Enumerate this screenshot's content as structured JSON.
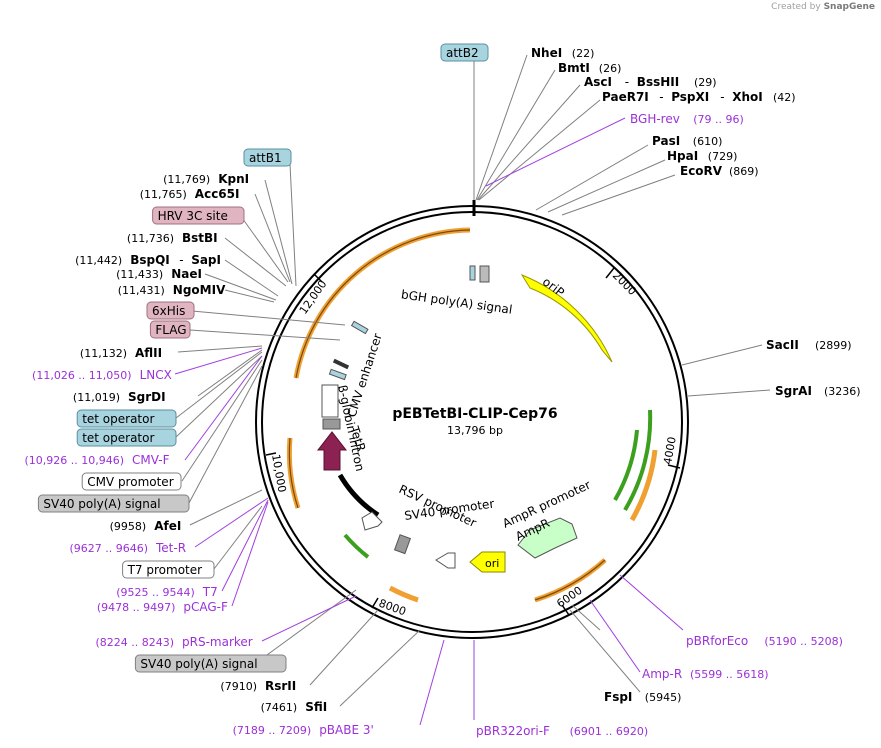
{
  "watermark": {
    "created_by": "Created by",
    "brand": "SnapGene"
  },
  "plasmid": {
    "name": "pEBTetBI-CLIP-Cep76",
    "length": "13,796 bp"
  },
  "scale": [
    "2000",
    "4000",
    "6000",
    "8000",
    "10,000",
    "12,000"
  ],
  "colors": {
    "enzyme": "#000000",
    "primer": "#9b30d9",
    "feature_blue_bg": "#a8d4e0",
    "feature_pink_bg": "#e0b4c0",
    "feature_gray_bg": "#c8c8c8",
    "ori_yellow": "#ffff00",
    "ampr": "#c8ffc8",
    "tetr": "#8b2252",
    "orange": "#f0a030",
    "green": "#3ca01e"
  },
  "right_labels": [
    {
      "kind": "tag",
      "text": "attB2",
      "style": "blue"
    },
    {
      "kind": "enzyme",
      "name": "NheI",
      "pos": "(22)"
    },
    {
      "kind": "enzyme",
      "name": "BmtI",
      "pos": "(26)"
    },
    {
      "kind": "enzyme3",
      "name": "AscI",
      "name2": "BssHII",
      "pos": "(29)"
    },
    {
      "kind": "enzyme3",
      "name": "PaeR7I",
      "name2": "PspXI",
      "name3": "XhoI",
      "pos": "(42)"
    },
    {
      "kind": "primer",
      "name": "BGH-rev",
      "pos": "(79 .. 96)"
    },
    {
      "kind": "enzyme",
      "name": "PasI",
      "pos": "(610)"
    },
    {
      "kind": "enzyme",
      "name": "HpaI",
      "pos": "(729)"
    },
    {
      "kind": "enzyme",
      "name": "EcoRV",
      "pos": "(869)"
    },
    {
      "kind": "enzyme",
      "name": "SacII",
      "pos": "(2899)"
    },
    {
      "kind": "enzyme",
      "name": "SgrAI",
      "pos": "(3236)"
    },
    {
      "kind": "primer",
      "name": "pBRforEco",
      "pos": "(5190 .. 5208)"
    },
    {
      "kind": "primer",
      "name": "Amp-R",
      "pos": "(5599 .. 5618)"
    },
    {
      "kind": "enzyme",
      "name": "FspI",
      "pos": "(5945)"
    },
    {
      "kind": "primer",
      "name": "pBR322ori-F",
      "pos": "(6901 .. 6920)"
    }
  ],
  "left_labels": [
    {
      "kind": "tag",
      "text": "attB1",
      "style": "blue"
    },
    {
      "kind": "enzyme",
      "name": "KpnI",
      "pos": "(11,769)"
    },
    {
      "kind": "enzyme",
      "name": "Acc65I",
      "pos": "(11,765)"
    },
    {
      "kind": "tag",
      "text": "HRV 3C site",
      "style": "pink"
    },
    {
      "kind": "enzyme",
      "name": "BstBI",
      "pos": "(11,736)"
    },
    {
      "kind": "enzyme2",
      "name": "BspQI",
      "name2": "SapI",
      "pos": "(11,442)"
    },
    {
      "kind": "enzyme",
      "name": "NaeI",
      "pos": "(11,433)"
    },
    {
      "kind": "enzyme",
      "name": "NgoMIV",
      "pos": "(11,431)"
    },
    {
      "kind": "tag",
      "text": "6xHis",
      "style": "pink"
    },
    {
      "kind": "tag",
      "text": "FLAG",
      "style": "pink"
    },
    {
      "kind": "enzyme",
      "name": "AflII",
      "pos": "(11,132)"
    },
    {
      "kind": "primer",
      "name": "LNCX",
      "pos": "(11,026 .. 11,050)"
    },
    {
      "kind": "enzyme",
      "name": "SgrDI",
      "pos": "(11,019)"
    },
    {
      "kind": "tag",
      "text": "tet operator",
      "style": "blue"
    },
    {
      "kind": "tag",
      "text": "tet operator",
      "style": "blue"
    },
    {
      "kind": "primer",
      "name": "CMV-F",
      "pos": "(10,926 .. 10,946)"
    },
    {
      "kind": "tag",
      "text": "CMV promoter",
      "style": "white"
    },
    {
      "kind": "tag",
      "text": "SV40 poly(A) signal",
      "style": "gray"
    },
    {
      "kind": "enzyme",
      "name": "AfeI",
      "pos": "(9958)"
    },
    {
      "kind": "primer",
      "name": "Tet-R",
      "pos": "(9627 .. 9646)"
    },
    {
      "kind": "tag",
      "text": "T7 promoter",
      "style": "white"
    },
    {
      "kind": "primer",
      "name": "T7",
      "pos": "(9525 .. 9544)"
    },
    {
      "kind": "primer",
      "name": "pCAG-F",
      "pos": "(9478 .. 9497)"
    },
    {
      "kind": "primer",
      "name": "pRS-marker",
      "pos": "(8224 .. 8243)"
    },
    {
      "kind": "tag",
      "text": "SV40 poly(A) signal",
      "style": "gray"
    },
    {
      "kind": "enzyme",
      "name": "RsrII",
      "pos": "(7910)"
    },
    {
      "kind": "enzyme",
      "name": "SfiI",
      "pos": "(7461)"
    },
    {
      "kind": "primer",
      "name": "pBABE 3'",
      "pos": "(7189 .. 7209)"
    }
  ],
  "inner_labels": {
    "bgh": "bGH poly(A) signal",
    "orip": "oriP",
    "cmv_enh": "CMV enhancer",
    "globin": "β-globin intron",
    "tetr": "TetR",
    "rsv": "RSV promoter",
    "sv40p": "SV40 promoter",
    "ampr_prom": "AmpR promoter",
    "ampr": "AmpR",
    "ori": "ori"
  }
}
